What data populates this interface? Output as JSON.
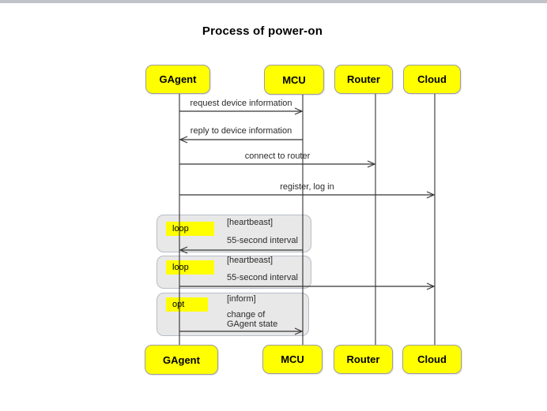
{
  "title": "Process of power-on",
  "window": {
    "top_strip_color": "#c2c2cb"
  },
  "colors": {
    "participant_fill": "#ffff00",
    "participant_border": "#9d9d9d",
    "fragment_fill": "#e8e8e8",
    "fragment_border": "#b7bdc7",
    "fragment_label_fill": "#ffff00",
    "line": "#303030",
    "text": "#2a2a2a"
  },
  "participants": [
    {
      "name": "GAgent"
    },
    {
      "name": "MCU"
    },
    {
      "name": "Router"
    },
    {
      "name": "Cloud"
    }
  ],
  "messages": [
    {
      "label": "request device information",
      "from": "GAgent",
      "to": "MCU"
    },
    {
      "label": "reply to device information",
      "from": "MCU",
      "to": "GAgent"
    },
    {
      "label": "connect to router",
      "from": "GAgent",
      "to": "Router"
    },
    {
      "label": "register, log in",
      "from": "GAgent",
      "to": "Cloud"
    }
  ],
  "fragments": [
    {
      "operator": "loop",
      "condition": "[heartbeast]",
      "message": "55-second interval",
      "from": "MCU",
      "to": "GAgent"
    },
    {
      "operator": "loop",
      "condition": "[heartbeast]",
      "message": "55-second interval",
      "from": "GAgent",
      "to": "Cloud"
    },
    {
      "operator": "opt",
      "condition": "[inform]",
      "message_line1": "change of",
      "message_line2": "GAgent state",
      "from": "GAgent",
      "to": "MCU"
    }
  ]
}
